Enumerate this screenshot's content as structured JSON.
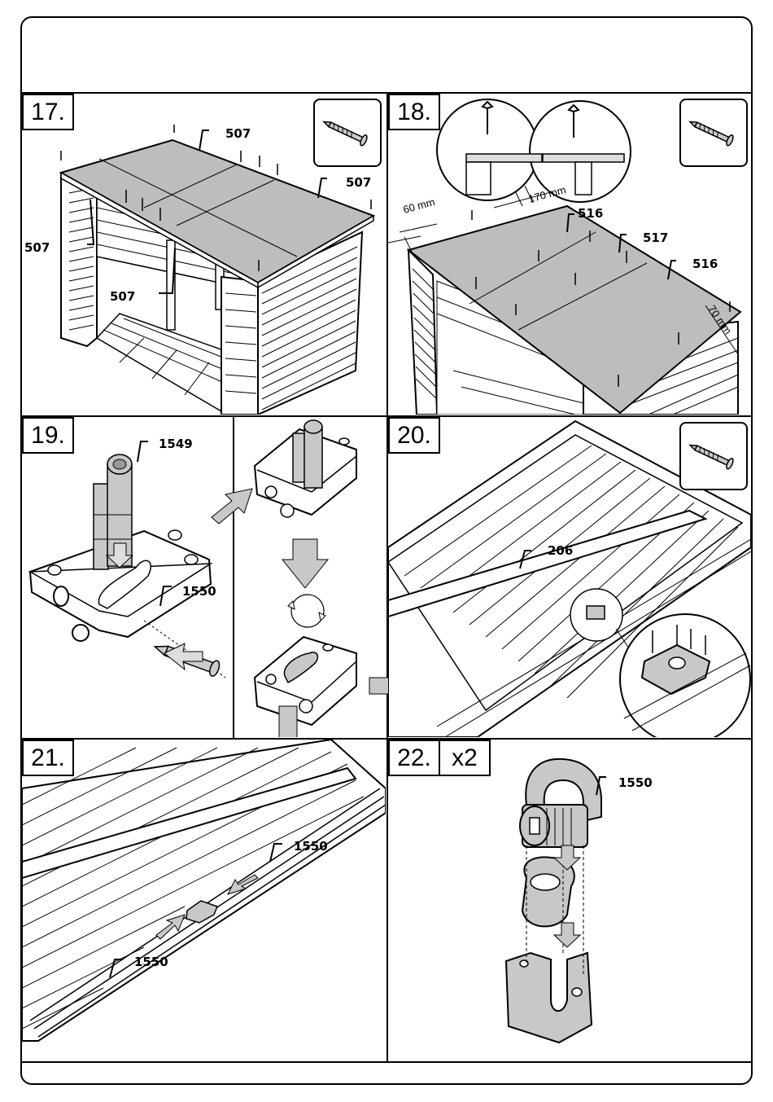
{
  "steps": {
    "s17": "17.",
    "s18": "18.",
    "s19": "19.",
    "s20": "20.",
    "s21": "21.",
    "s22": "22.",
    "s22_qty": "x2"
  },
  "parts": {
    "p507": "507",
    "p516": "516",
    "p517": "517",
    "p1549": "1549",
    "p1550": "1550",
    "p206": "206"
  },
  "dimensions": {
    "d60": "60 mm",
    "d170": "170 mm",
    "d70": "70 mm"
  },
  "icons": {
    "screw": "screw-icon",
    "arrow": "arrow-icon",
    "rotate": "rotate-icon"
  },
  "colors": {
    "roof_gray": "#bdbdbd",
    "part_gray": "#c8c8c8",
    "line": "#000000"
  }
}
